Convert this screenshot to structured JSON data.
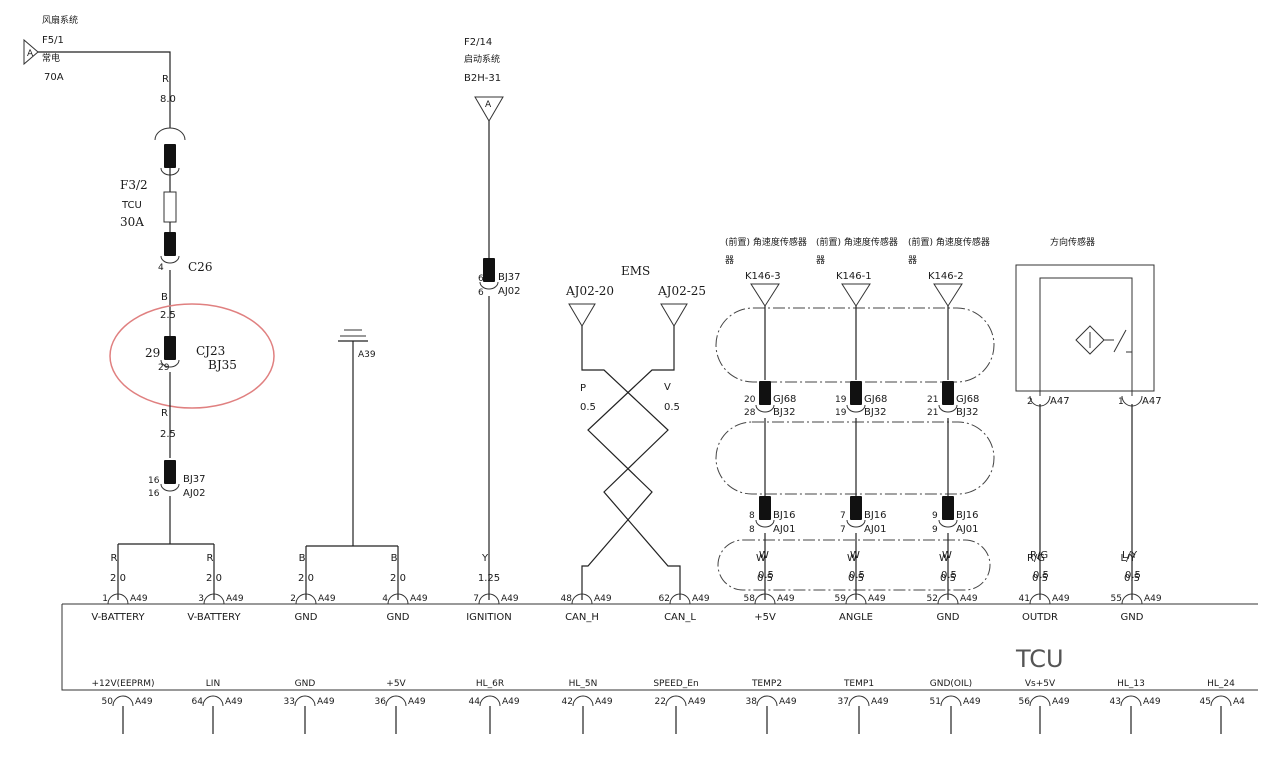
{
  "top_feed": {
    "label_cn": "风扇系统",
    "fuse": "F5/1",
    "desc_cn": "常电",
    "amp": "70A",
    "wire": "R",
    "size": "8.0"
  },
  "fuse_tcu": {
    "id": "F3/2",
    "name": "TCU",
    "amp": "30A",
    "pin": "4",
    "connector": "C26"
  },
  "battery_branch": {
    "wire": "B",
    "size": "2.5",
    "pin_a": "29",
    "pin_b": "29",
    "conn_a": "CJ23",
    "conn_b": "BJ35",
    "wire2": "R",
    "size2": "2.5",
    "pin_c": "16",
    "pin_d": "16",
    "conn_c": "BJ37",
    "conn_d": "AJ02"
  },
  "ground_sym": {
    "label": "A39"
  },
  "ignition": {
    "fuse": "F2/14",
    "desc_cn": "启动系统",
    "code": "B2H-31",
    "tri": "A",
    "pin_a": "6",
    "pin_b": "6",
    "conn_a": "BJ37",
    "conn_b": "AJ02"
  },
  "ems": {
    "title": "EMS",
    "left": "AJ02-20",
    "right": "AJ02-25",
    "wire_l": "P",
    "wire_r": "V",
    "size_l": "0.5",
    "size_r": "0.5"
  },
  "sensors": [
    {
      "desc_cn": "(前置) 角速度传感器",
      "code": "K146-3",
      "pin_a": "20",
      "pin_b": "28",
      "conn_a": "GJ68",
      "conn_b": "BJ32",
      "pin_c": "8",
      "pin_d": "8",
      "conn_c": "BJ16",
      "conn_d": "AJ01",
      "wire": "W",
      "size": "0.5"
    },
    {
      "desc_cn": "(前置) 角速度传感器",
      "code": "K146-1",
      "pin_a": "19",
      "pin_b": "19",
      "conn_a": "GJ68",
      "conn_b": "BJ32",
      "pin_c": "7",
      "pin_d": "7",
      "conn_c": "BJ16",
      "conn_d": "AJ01",
      "wire": "W",
      "size": "0.5"
    },
    {
      "desc_cn": "(前置) 角速度传感器",
      "code": "K146-2",
      "pin_a": "21",
      "pin_b": "21",
      "conn_a": "GJ68",
      "conn_b": "BJ32",
      "pin_c": "9",
      "pin_d": "9",
      "conn_c": "BJ16",
      "conn_d": "AJ01",
      "wire": "W",
      "size": "0.5"
    }
  ],
  "dir_sensor": {
    "desc_cn": "方向传感器",
    "pin_l": "2",
    "pin_r": "1",
    "conn": "A47",
    "wire_l": "R/G",
    "wire_r": "L/Y",
    "size_l": "0.5",
    "size_r": "0.5"
  },
  "tcu": {
    "title": "TCU",
    "connector": "A49"
  },
  "top_pins": [
    {
      "wire": "R",
      "size": "2.0",
      "pin": "1",
      "name": "V-BATTERY"
    },
    {
      "wire": "R",
      "size": "2.0",
      "pin": "3",
      "name": "V-BATTERY"
    },
    {
      "wire": "B",
      "size": "2.0",
      "pin": "2",
      "name": "GND"
    },
    {
      "wire": "B",
      "size": "2.0",
      "pin": "4",
      "name": "GND"
    },
    {
      "wire": "Y",
      "size": "1.25",
      "pin": "7",
      "name": "IGNITION"
    },
    {
      "wire": "",
      "size": "",
      "pin": "48",
      "name": "CAN_H"
    },
    {
      "wire": "",
      "size": "",
      "pin": "62",
      "name": "CAN_L"
    },
    {
      "wire": "W",
      "size": "0.5",
      "pin": "58",
      "name": "+5V"
    },
    {
      "wire": "W",
      "size": "0.5",
      "pin": "59",
      "name": "ANGLE"
    },
    {
      "wire": "W",
      "size": "0.5",
      "pin": "52",
      "name": "GND"
    },
    {
      "wire": "R/G",
      "size": "0.5",
      "pin": "41",
      "name": "OUTDR"
    },
    {
      "wire": "L/Y",
      "size": "0.5",
      "pin": "55",
      "name": "GND"
    }
  ],
  "bottom_pins": [
    {
      "pin": "50",
      "name": "+12V(EEPRM)",
      "conn": "A49"
    },
    {
      "pin": "64",
      "name": "LIN",
      "conn": "A49"
    },
    {
      "pin": "33",
      "name": "GND",
      "conn": "A49"
    },
    {
      "pin": "36",
      "name": "+5V",
      "conn": "A49"
    },
    {
      "pin": "44",
      "name": "HL_6R",
      "conn": "A49"
    },
    {
      "pin": "42",
      "name": "HL_5N",
      "conn": "A49"
    },
    {
      "pin": "22",
      "name": "SPEED_En",
      "conn": "A49"
    },
    {
      "pin": "38",
      "name": "TEMP2",
      "conn": "A49"
    },
    {
      "pin": "37",
      "name": "TEMP1",
      "conn": "A49"
    },
    {
      "pin": "51",
      "name": "GND(OIL)",
      "conn": "A49"
    },
    {
      "pin": "56",
      "name": "Vs+5V",
      "conn": "A49"
    },
    {
      "pin": "43",
      "name": "HL_13",
      "conn": "A49"
    },
    {
      "pin": "45",
      "name": "HL_24",
      "conn": "A4"
    }
  ],
  "colors": {
    "ink": "#1a1a1a",
    "highlight": "#e08080"
  }
}
